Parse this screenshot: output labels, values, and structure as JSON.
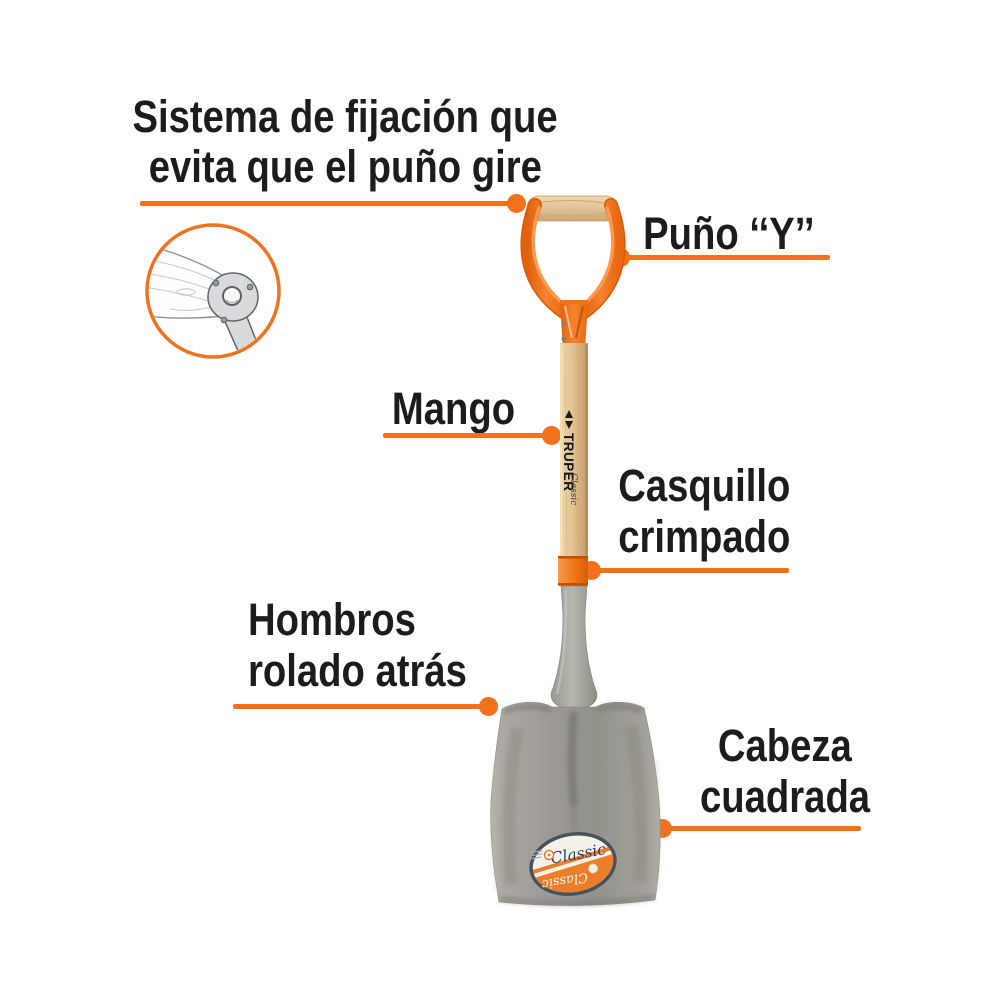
{
  "colors": {
    "accent": "#F2711C",
    "text": "#1C1C1C",
    "wood": "#DFBF8F",
    "blade_gray": "#9C9A93"
  },
  "labels": {
    "fixation_line1": "Sistema de fijación que",
    "fixation_line2": "evita que el puño gire",
    "grip": "Puño ‘‘Y’’",
    "shaft": "Mango",
    "ferrule_line1": "Casquillo",
    "ferrule_line2": "crimpado",
    "shoulders_line1": "Hombros",
    "shoulders_line2": "rolado atrás",
    "head_line1": "Cabeza",
    "head_line2": "cuadrada"
  },
  "product": {
    "brand": "TRUPER",
    "series": "Classic",
    "sticker_top_text": "Classic",
    "sticker_bottom_text": "Classic"
  }
}
